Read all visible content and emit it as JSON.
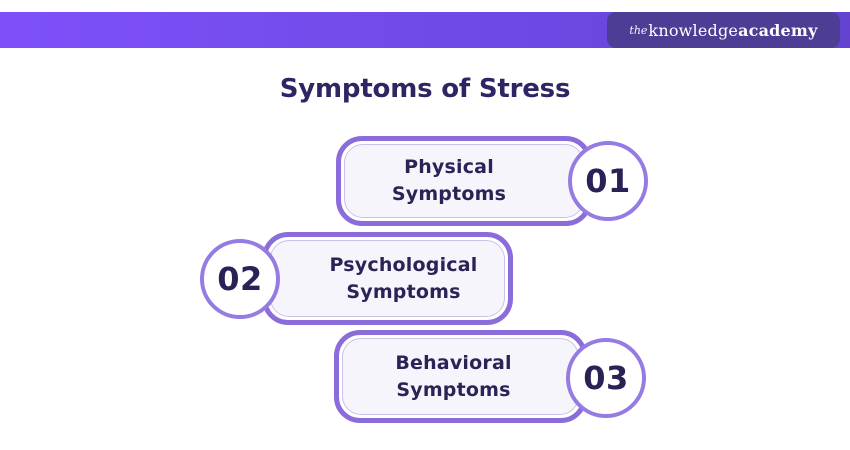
{
  "brand": {
    "logo_the": "the",
    "logo_knowledge": "knowledge",
    "logo_academy": "academy"
  },
  "title": "Symptoms of Stress",
  "steps": [
    {
      "number": "01",
      "line1": "Physical Symptoms",
      "line2": "",
      "circle_side": "right"
    },
    {
      "number": "02",
      "line1": "Psychological",
      "line2": "Symptoms",
      "circle_side": "left"
    },
    {
      "number": "03",
      "line1": "Behavioral",
      "line2": "Symptoms",
      "circle_side": "right"
    }
  ],
  "colors": {
    "header_gradient_start": "#7E50FA",
    "header_gradient_end": "#6343CF",
    "logo_chip_bg": "#4E3D95",
    "title_text": "#2E2563",
    "box_border": "#8A6DDA",
    "box_fill": "#F7F5FC",
    "circle_border": "#957BE2",
    "dark_text": "#2A2356"
  }
}
